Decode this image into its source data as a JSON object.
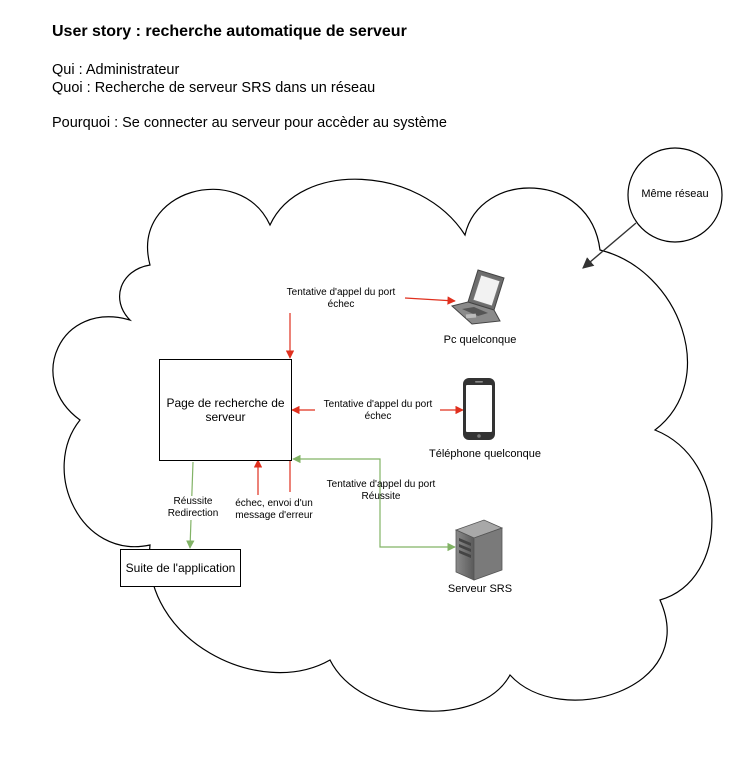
{
  "story": {
    "title": "User story : recherche automatique de serveur",
    "qui": "Qui : Administrateur",
    "quoi": "Quoi : Recherche de serveur SRS dans un réseau",
    "pourquoi": "Pourquoi : Se connecter au serveur pour accèder au système"
  },
  "network_circle": {
    "label": "Même réseau"
  },
  "nodes": {
    "search_page": "Page de recherche de serveur",
    "app_next": "Suite de l'application",
    "pc": "Pc quelconque",
    "phone": "Téléphone quelconque",
    "server": "Serveur SRS"
  },
  "edges": {
    "pc_attempt_line1": "Tentative d'appel du port",
    "pc_attempt_line2": "échec",
    "phone_attempt_line1": "Tentative d'appel du port",
    "phone_attempt_line2": "échec",
    "server_attempt_line1": "Tentative d'appel du port",
    "server_attempt_line2": "Réussite",
    "success_line1": "Réussite",
    "success_line2": "Redirection",
    "error_line1": "échec, envoi d'un",
    "error_line2": "message d'erreur"
  },
  "colors": {
    "fail": "#e0301e",
    "success": "#82b366",
    "stroke": "#000000",
    "device_gray": "#6d6d6d"
  },
  "icons": [
    "laptop-icon",
    "smartphone-icon",
    "server-tower-icon"
  ]
}
